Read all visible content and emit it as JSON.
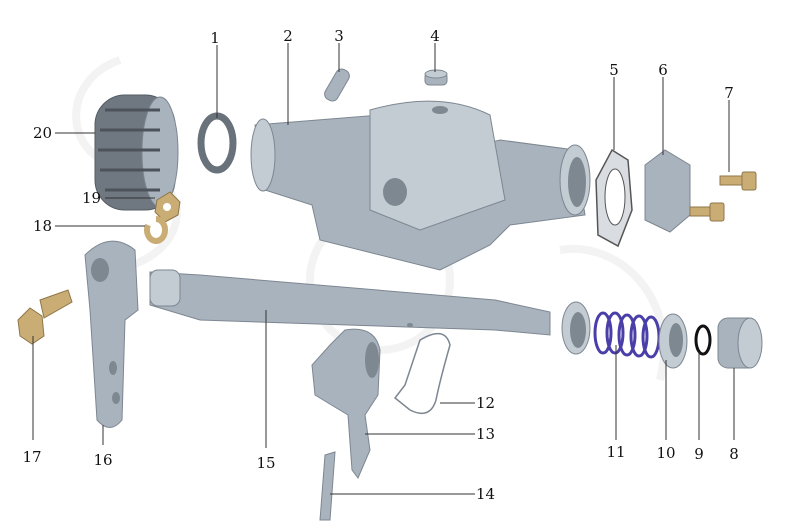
{
  "diagram": {
    "title": "Exploded parts view",
    "callouts": [
      "1",
      "2",
      "3",
      "4",
      "5",
      "6",
      "7",
      "8",
      "9",
      "10",
      "11",
      "12",
      "13",
      "14",
      "15",
      "16",
      "17",
      "18",
      "19",
      "20"
    ],
    "colors": {
      "metal": "#a9b3bd",
      "brass": "#c9ad74",
      "spring": "#4a3fa8"
    }
  }
}
